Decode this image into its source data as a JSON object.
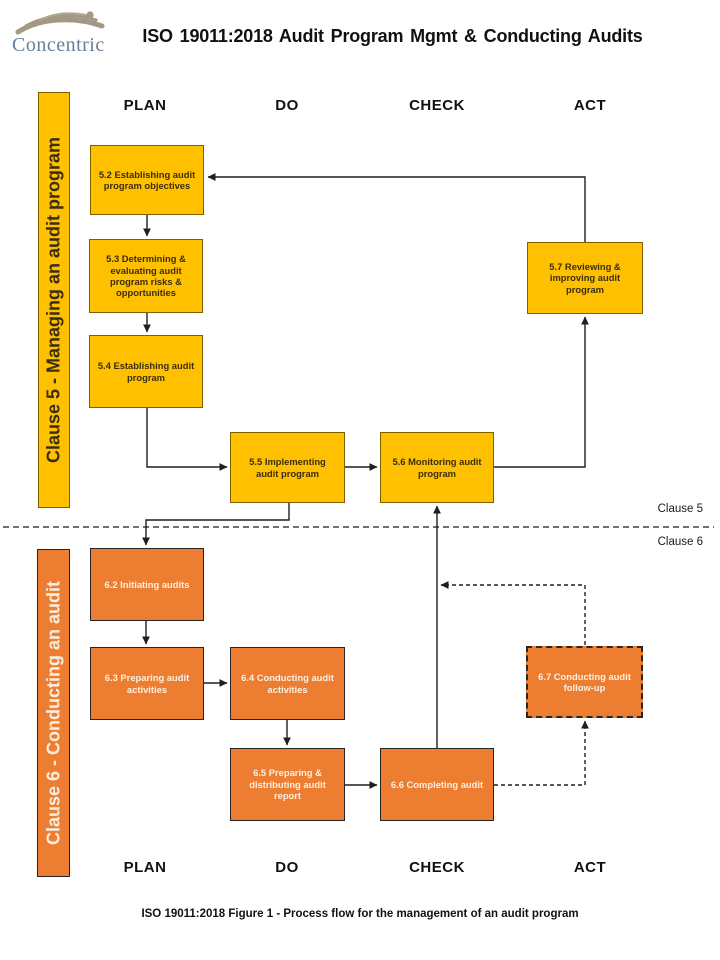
{
  "header": {
    "logo_text": "Concentric",
    "title": "ISO 19011:2018 Audit Program Mgmt & Conducting Audits"
  },
  "pdca": {
    "labels": [
      "PLAN",
      "DO",
      "CHECK",
      "ACT"
    ]
  },
  "sidebars": {
    "clause5": {
      "label": "Clause 5 - Managing an audit program"
    },
    "clause6": {
      "label": "Clause 6 - Conducting an audit"
    }
  },
  "clause_divider": {
    "above_label": "Clause 5",
    "below_label": "Clause 6"
  },
  "boxes": {
    "b52": {
      "label": "5.2 Establishing audit program objectives"
    },
    "b53": {
      "label": "5.3 Determining & evaluating audit program risks & opportunities"
    },
    "b54": {
      "label": "5.4 Establishing audit program"
    },
    "b55": {
      "label": "5.5 Implementing audit program"
    },
    "b56": {
      "label": "5.6 Monitoring audit program"
    },
    "b57": {
      "label": "5.7 Reviewing & improving audit program"
    },
    "b62": {
      "label": "6.2 Initiating audits"
    },
    "b63": {
      "label": "6.3 Preparing audit activities"
    },
    "b64": {
      "label": "6.4 Conducting audit activities"
    },
    "b65": {
      "label": "6.5 Preparing & distributing audit report"
    },
    "b66": {
      "label": "6.6 Completing audit"
    },
    "b67": {
      "label": "6.7 Conducting audit follow-up"
    }
  },
  "footer": {
    "caption": "ISO 19011:2018 Figure 1 - Process flow for the management of an audit program"
  },
  "colors": {
    "clause5_fill": "#FFC000",
    "clause5_border": "#7F6000",
    "clause6_fill": "#ED7D31",
    "clause6_border": "#262626",
    "connector": "#1F1F1F",
    "logo_text": "#64809C",
    "logo_swirl": "#A29883"
  }
}
